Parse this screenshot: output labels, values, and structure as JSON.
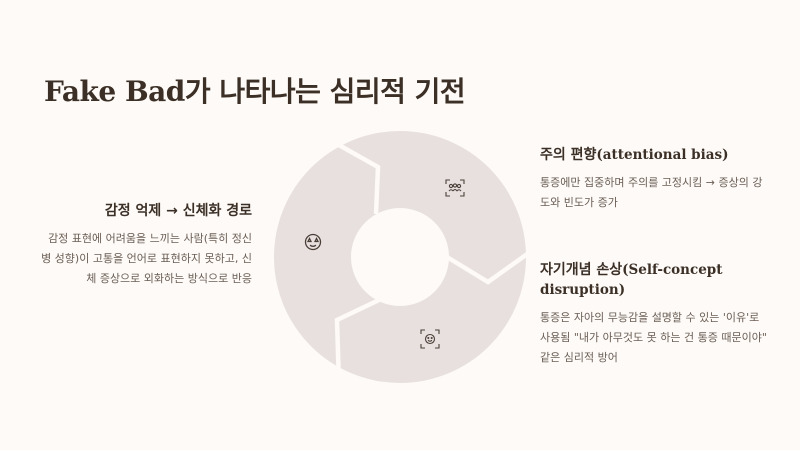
{
  "title": {
    "latin": "Fake Bad",
    "korean": "가 나타나는 심리적 기전"
  },
  "colors": {
    "background": "#fdfaf7",
    "segment_fill": "#e8e0de",
    "heading_text": "#3b2f26",
    "body_text": "#6b5e55",
    "icon_stroke": "#4a3f38"
  },
  "sections": [
    {
      "heading_korean": "감정 억제 → 신체화 경로",
      "heading_latin": "",
      "body": "감정 표현에 어려움을 느끼는 사람(특히 정신병 성향)이 고통을 언어로 표현하지 못하고, 신체 증상으로 외화하는 방식으로 반응",
      "icon": "distressed-face-icon"
    },
    {
      "heading_korean": "주의 편향",
      "heading_latin": "(attentional bias)",
      "body": "통증에만 집중하며 주의를 고정시킴 → 증상의 강도와 빈도가 증가",
      "icon": "group-focus-icon"
    },
    {
      "heading_korean": "자기개념 손상",
      "heading_latin": "(Self-concept disruption)",
      "body": "통증은 자아의 무능감을 설명할 수 있는 '이유'로 사용됨 \"내가 아무것도 못 하는 건 통증 때문이야\" 같은 심리적 방어",
      "icon": "face-scan-icon"
    }
  ]
}
